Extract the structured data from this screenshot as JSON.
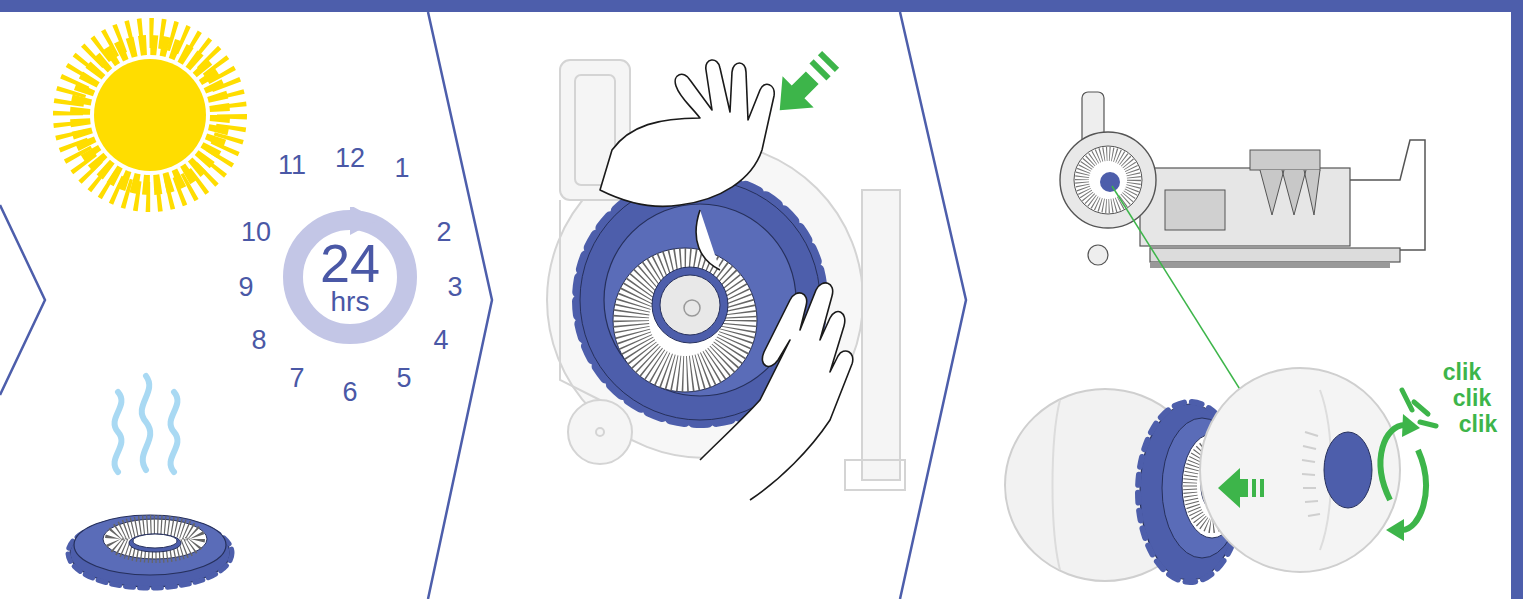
{
  "diagram": {
    "nodes": [
      {
        "text": [
          "24",
          "hrs"
        ]
      }
    ],
    "labels": [
      "11",
      "12",
      "1",
      "10",
      "2",
      "9",
      "3",
      "8",
      "4",
      "7",
      "5",
      "6",
      "clik",
      "clik",
      "clik"
    ]
  }
}
